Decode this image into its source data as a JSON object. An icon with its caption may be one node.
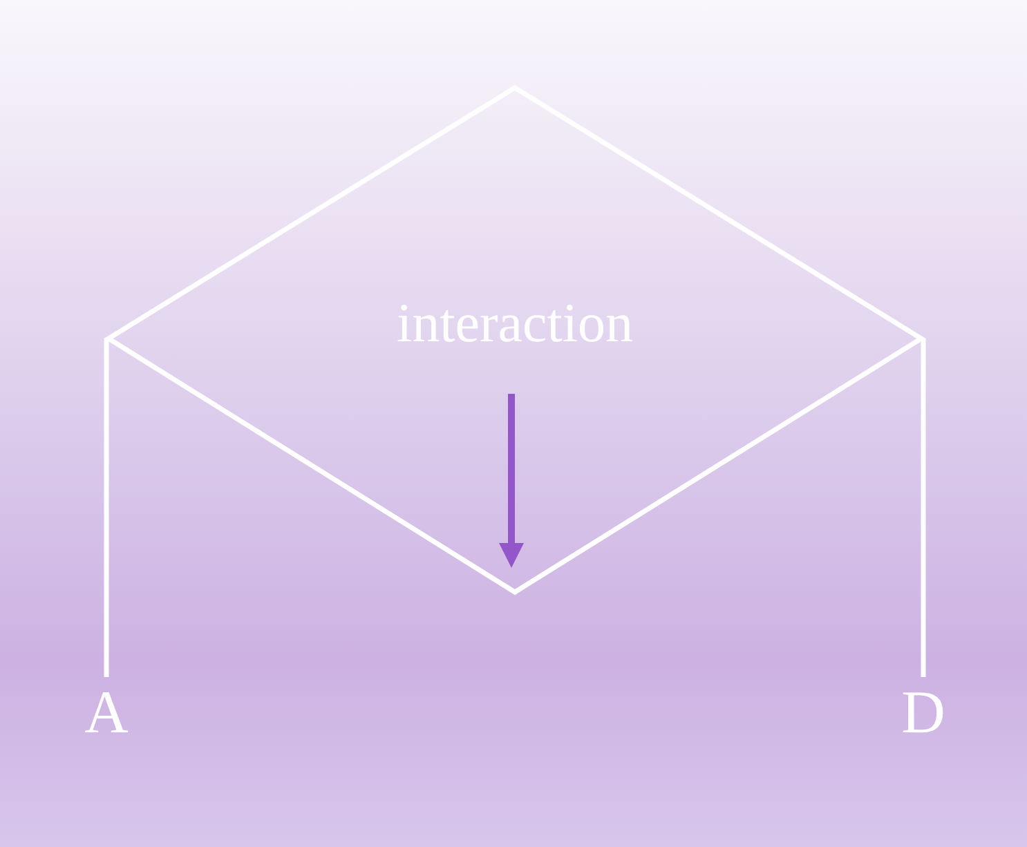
{
  "diagram": {
    "nodes": [
      {
        "text": [
          "interaction"
        ]
      },
      {
        "text": [
          "A"
        ]
      },
      {
        "text": [
          "D"
        ]
      }
    ],
    "edges": [
      {
        "from": 0,
        "to": 1,
        "arrow": "none"
      },
      {
        "from": 0,
        "to": 2,
        "arrow": "none"
      }
    ]
  }
}
